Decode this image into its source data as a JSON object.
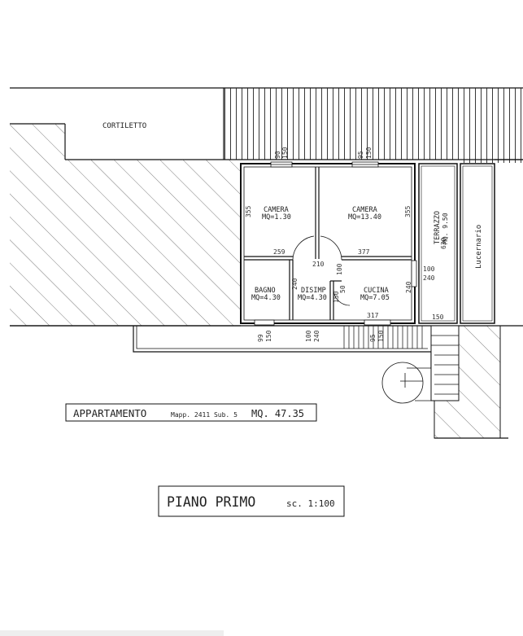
{
  "labels": {
    "cortiletto": "CORTILETTO",
    "camera1_name": "CAMERA",
    "camera1_area": "MQ=1.30",
    "camera2_name": "CAMERA",
    "camera2_area": "MQ=13.40",
    "bagno_name": "BAGNO",
    "bagno_area": "MQ=4.30",
    "disimp_name": "DISIMP",
    "disimp_area": "MQ=4.30",
    "cucina_name": "CUCINA",
    "cucina_area": "MQ=7.05",
    "terrazzo_name": "TERRAZZO",
    "terrazzo_area": "MQ. 9.50",
    "lucernario": "Lucernario"
  },
  "dims": {
    "w1_a": "90",
    "w1_b": "150",
    "w2_a": "95",
    "w2_b": "150",
    "d355_left": "355",
    "d355_right": "355",
    "d259": "259",
    "d377": "377",
    "d210": "210",
    "d100_v": "100",
    "d240_v1": "240",
    "d240_v2": "240",
    "d150_v": "150",
    "d100_r": "100",
    "d240_r": "240",
    "d630": "630",
    "d150_terr": "150",
    "d317": "317",
    "b1_a": "99",
    "b1_b": "150",
    "b2_a": "100",
    "b2_b": "240",
    "b3_a": "95",
    "b3_b": "150"
  },
  "appartamento": {
    "label": "APPARTAMENTO",
    "mapp": "Mapp. 2411 Sub. 5",
    "mq": "MQ. 47.35"
  },
  "piano": {
    "label": "PIANO PRIMO",
    "scale": "sc. 1:100"
  }
}
